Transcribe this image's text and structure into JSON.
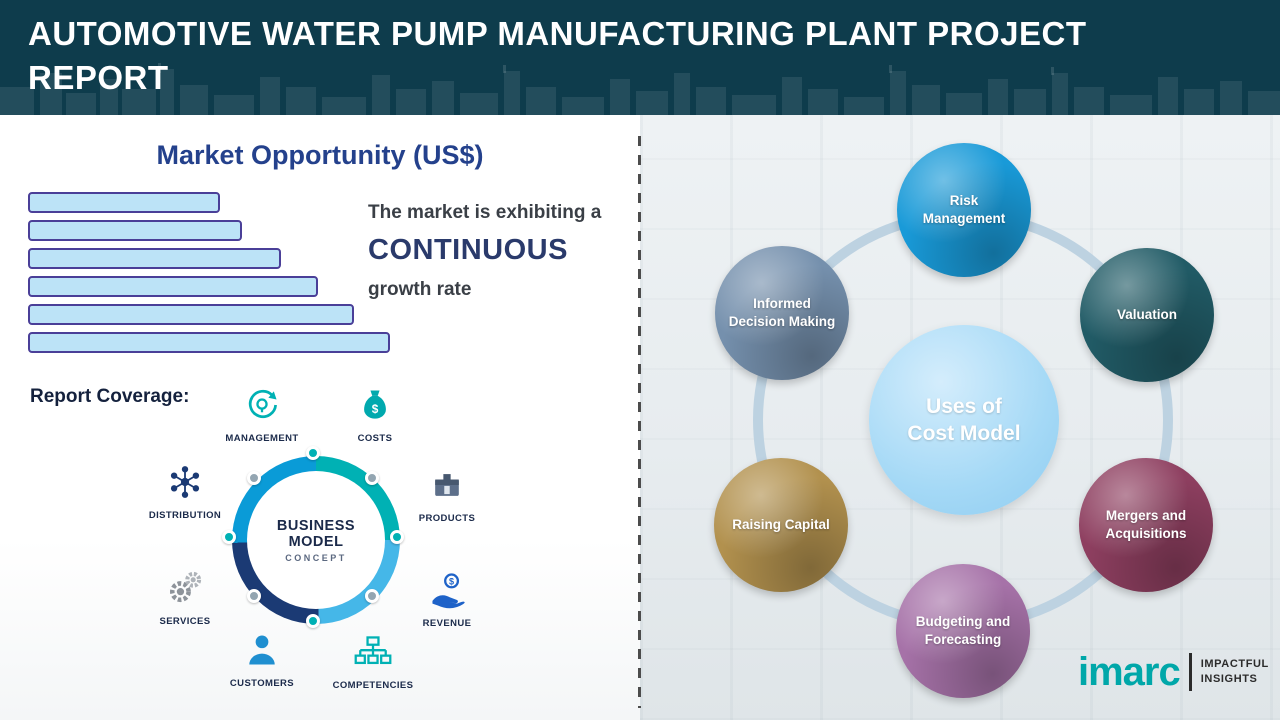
{
  "header": {
    "title": "AUTOMOTIVE WATER PUMP MANUFACTURING PLANT PROJECT REPORT"
  },
  "chart_data": {
    "type": "bar",
    "orientation": "horizontal",
    "title": "Market Opportunity (US$)",
    "categories": [
      "",
      "",
      "",
      "",
      "",
      ""
    ],
    "values_relative_pct": [
      53,
      59,
      70,
      80,
      90,
      100
    ],
    "bar_fill": "#bce3f7",
    "bar_border": "#4a3f98",
    "axis_value_labels_visible": false,
    "annotation": {
      "line1": "The market is exhibiting a",
      "emphasis": "CONTINUOUS",
      "line2": "growth rate"
    }
  },
  "left": {
    "report_coverage_label": "Report Coverage:",
    "icons": {
      "costs_glyph": "$",
      "revenue_glyph": "$"
    },
    "business_model": {
      "center_line1": "BUSINESS",
      "center_line2": "MODEL",
      "center_line3": "CONCEPT",
      "items": [
        {
          "label": "MANAGEMENT"
        },
        {
          "label": "COSTS"
        },
        {
          "label": "DISTRIBUTION"
        },
        {
          "label": "PRODUCTS"
        },
        {
          "label": "SERVICES"
        },
        {
          "label": "REVENUE"
        },
        {
          "label": "CUSTOMERS"
        },
        {
          "label": "COMPETENCIES"
        }
      ]
    }
  },
  "right": {
    "center_line1": "Uses of",
    "center_line2": "Cost Model",
    "nodes": [
      {
        "label": "Risk Management",
        "color": "#199ad8"
      },
      {
        "label": "Valuation",
        "color": "#215b66"
      },
      {
        "label": "Mergers and Acquisitions",
        "color": "#8e3f60"
      },
      {
        "label": "Budgeting and Forecasting",
        "color": "#a672a8"
      },
      {
        "label": "Raising Capital",
        "color": "#b2914e"
      },
      {
        "label": "Informed Decision Making",
        "color": "#7590ad"
      }
    ]
  },
  "logo": {
    "brand": "imarc",
    "tagline_line1": "IMPACTFUL",
    "tagline_line2": "INSIGHTS"
  }
}
